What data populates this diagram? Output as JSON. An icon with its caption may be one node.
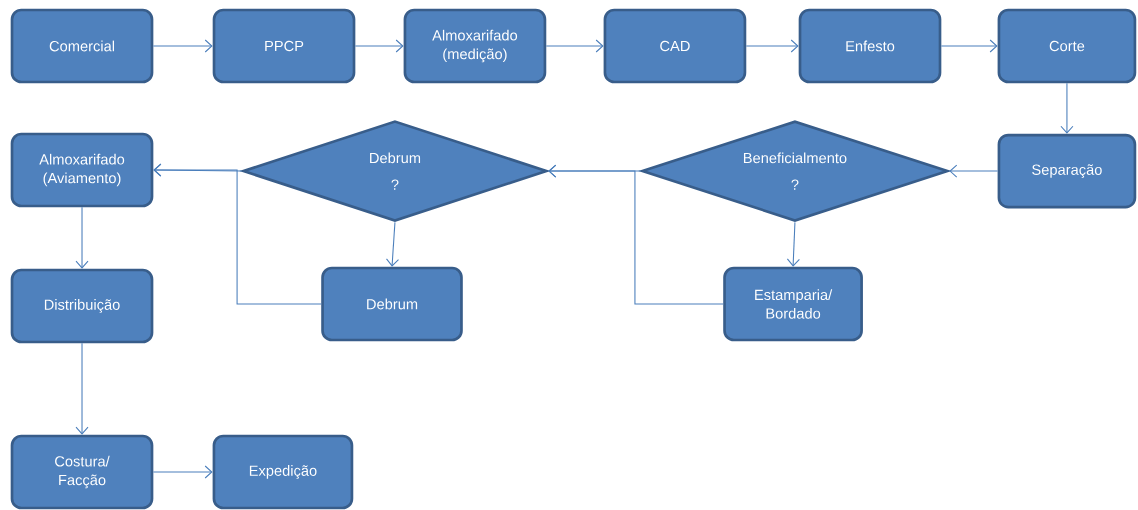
{
  "diagram": {
    "nodes": [
      {
        "text": [
          "Comercial"
        ]
      },
      {
        "text": [
          "PPCP"
        ]
      },
      {
        "text": [
          "Almoxarifado (medição)"
        ]
      },
      {
        "text": [
          "CAD"
        ]
      },
      {
        "text": [
          "Enfesto"
        ]
      },
      {
        "text": [
          "Corte"
        ]
      },
      {
        "text": [
          "Separação"
        ]
      },
      {
        "text": [
          "Beneficialmento ?"
        ]
      },
      {
        "text": [
          "Estamparia/ Bordado"
        ]
      },
      {
        "text": [
          "Debrum ?"
        ]
      },
      {
        "text": [
          "Debrum"
        ]
      },
      {
        "text": [
          "Almoxarifado (Aviamento)"
        ]
      },
      {
        "text": [
          "Distribuição"
        ]
      },
      {
        "text": [
          "Costura/ Facção"
        ]
      },
      {
        "text": [
          "Expedição"
        ]
      }
    ],
    "edges": [
      {
        "from": 0,
        "to": 1,
        "arrow": "to"
      },
      {
        "from": 1,
        "to": 2,
        "arrow": "to"
      },
      {
        "from": 2,
        "to": 3,
        "arrow": "to"
      },
      {
        "from": 3,
        "to": 4,
        "arrow": "to"
      },
      {
        "from": 4,
        "to": 5,
        "arrow": "to"
      },
      {
        "from": 5,
        "to": 6,
        "arrow": "to"
      },
      {
        "from": 6,
        "to": 7,
        "arrow": "to"
      },
      {
        "from": 7,
        "to": 9,
        "arrow": "to"
      },
      {
        "from": 7,
        "to": 8,
        "arrow": "to"
      },
      {
        "from": 8,
        "to": 9,
        "arrow": "to"
      },
      {
        "from": 9,
        "to": 11,
        "arrow": "to"
      },
      {
        "from": 9,
        "to": 10,
        "arrow": "to"
      },
      {
        "from": 10,
        "to": 11,
        "arrow": "to"
      },
      {
        "from": 11,
        "to": 12,
        "arrow": "to"
      },
      {
        "from": 12,
        "to": 13,
        "arrow": "to"
      },
      {
        "from": 13,
        "to": 14,
        "arrow": "to"
      }
    ]
  }
}
